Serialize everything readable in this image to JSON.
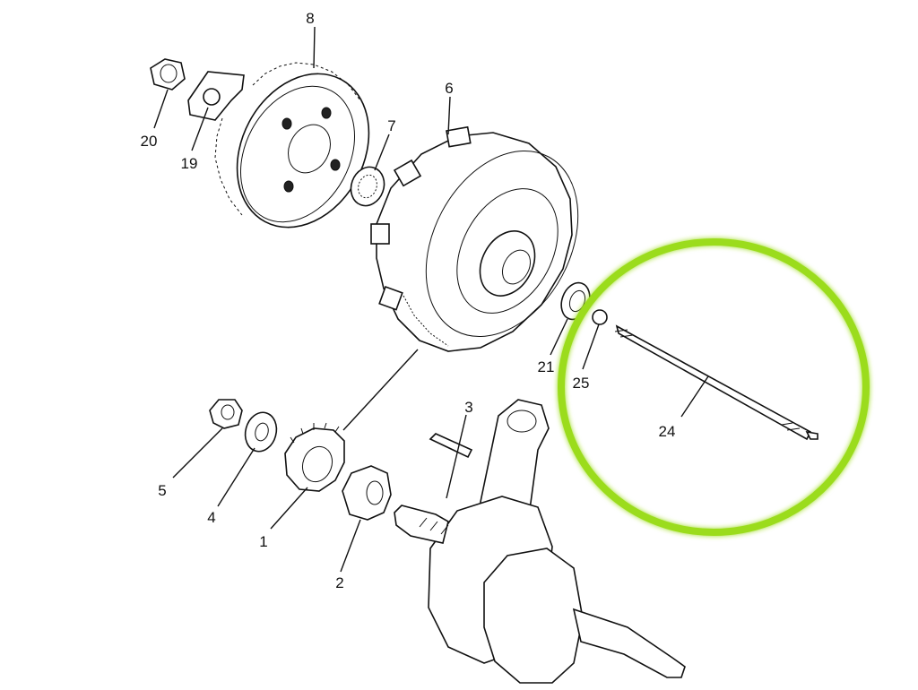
{
  "callouts": {
    "p1": "1",
    "p2": "2",
    "p3": "3",
    "p4": "4",
    "p5": "5",
    "p6": "6",
    "p7": "7",
    "p8": "8",
    "p19": "19",
    "p20": "20",
    "p21": "21",
    "p24": "24",
    "p25": "25"
  },
  "highlight": {
    "color": "#9bdc1e",
    "target_part": "24"
  }
}
